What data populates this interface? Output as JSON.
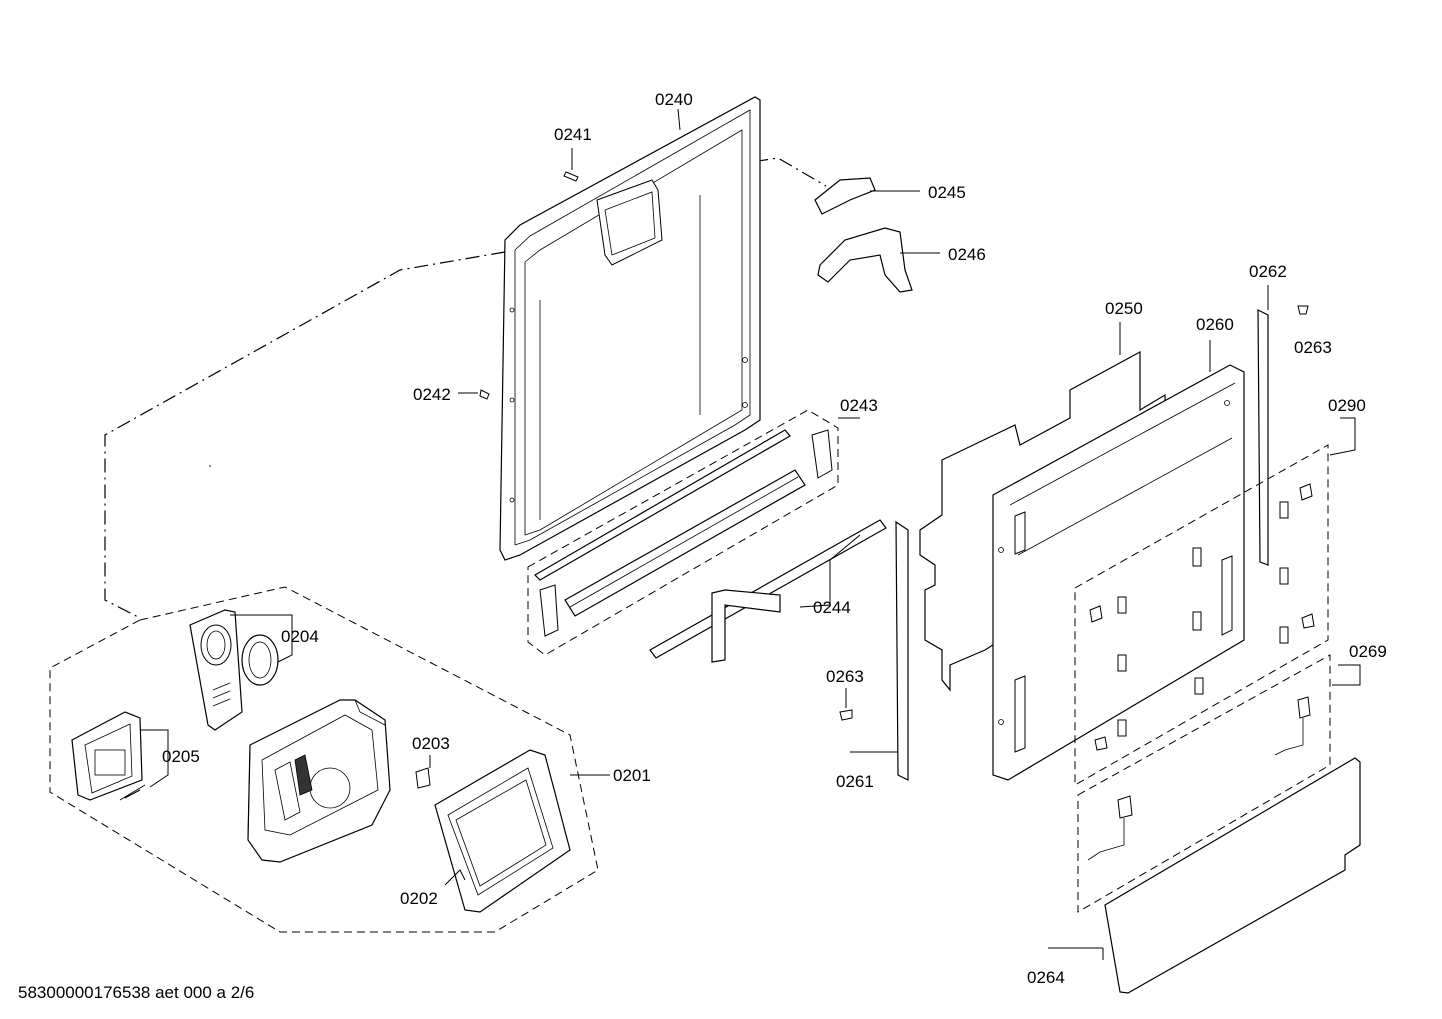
{
  "part_labels": {
    "p0240": "0240",
    "p0241": "0241",
    "p0242": "0242",
    "p0243": "0243",
    "p0244": "0244",
    "p0245": "0245",
    "p0246": "0246",
    "p0250": "0250",
    "p0260": "0260",
    "p0262": "0262",
    "p0263a": "0263",
    "p0263b": "0263",
    "p0290": "0290",
    "p0269": "0269",
    "p0261": "0261",
    "p0264": "0264",
    "p0201": "0201",
    "p0202": "0202",
    "p0203": "0203",
    "p0204": "0204",
    "p0205": "0205"
  },
  "footer": {
    "doc_id": "58300000176538 aet 000 a 2/6"
  }
}
